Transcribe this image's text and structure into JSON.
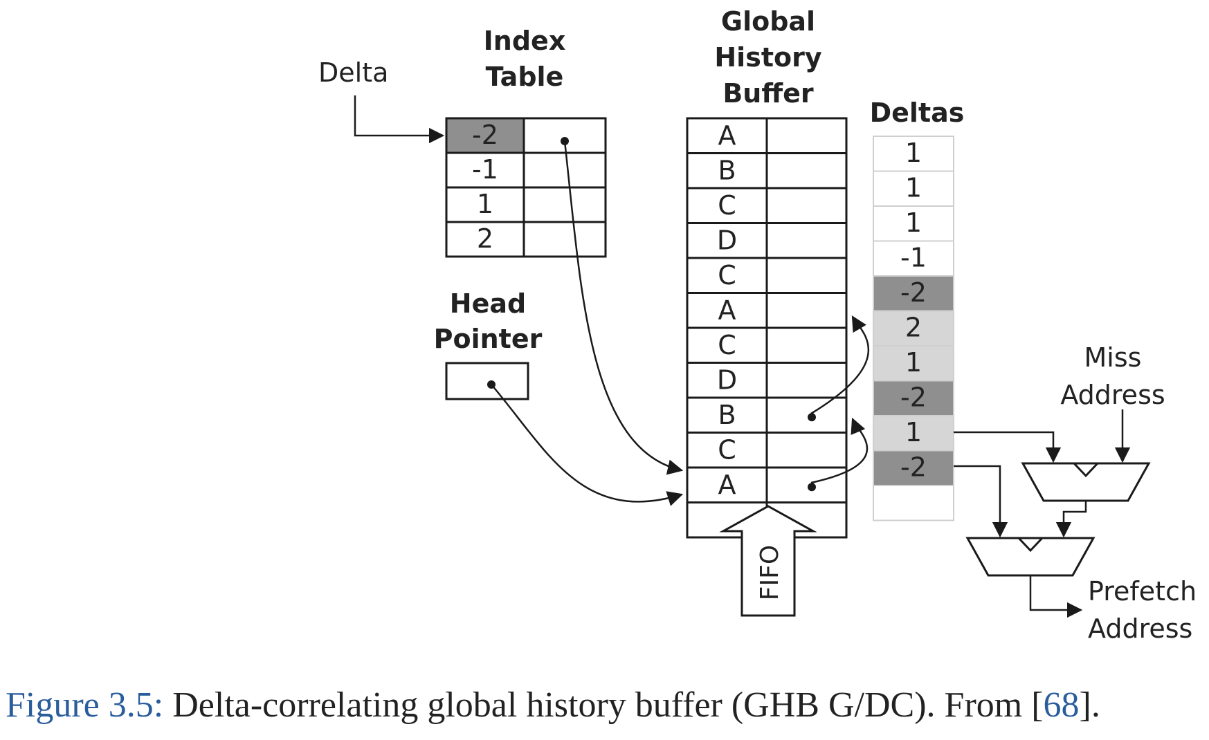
{
  "labels": {
    "delta": "Delta",
    "index_table": [
      "Index",
      "Table"
    ],
    "head_pointer": [
      "Head",
      "Pointer"
    ],
    "ghb": [
      "Global",
      "History",
      "Buffer"
    ],
    "deltas": "Deltas",
    "miss_address": [
      "Miss",
      "Address"
    ],
    "prefetch_address": [
      "Prefetch",
      "Address"
    ],
    "fifo": "FIFO"
  },
  "index_table": {
    "keys": [
      "-2",
      "-1",
      "1",
      "2"
    ],
    "highlighted": 0
  },
  "ghb": {
    "entries": [
      "A",
      "B",
      "C",
      "D",
      "C",
      "A",
      "C",
      "D",
      "B",
      "C",
      "A",
      ""
    ],
    "pointer_rows": [
      8,
      10
    ]
  },
  "deltas": {
    "values": [
      "1",
      "1",
      "1",
      "-1",
      "-2",
      "2",
      "1",
      "-2",
      "1",
      "-2",
      ""
    ],
    "shade": [
      "none",
      "none",
      "none",
      "none",
      "dark",
      "light",
      "light",
      "dark",
      "light",
      "dark",
      "none"
    ]
  },
  "colors": {
    "dark": "#8f8f8f",
    "light": "#d6d6d6",
    "line": "#1a1a1a",
    "caption_accent": "#2a5d9c"
  },
  "caption": {
    "prefix": "Figure 3.5:",
    "text": " Delta-correlating global history buffer (GHB G/DC). From [",
    "ref": "68",
    "suffix": "]."
  }
}
